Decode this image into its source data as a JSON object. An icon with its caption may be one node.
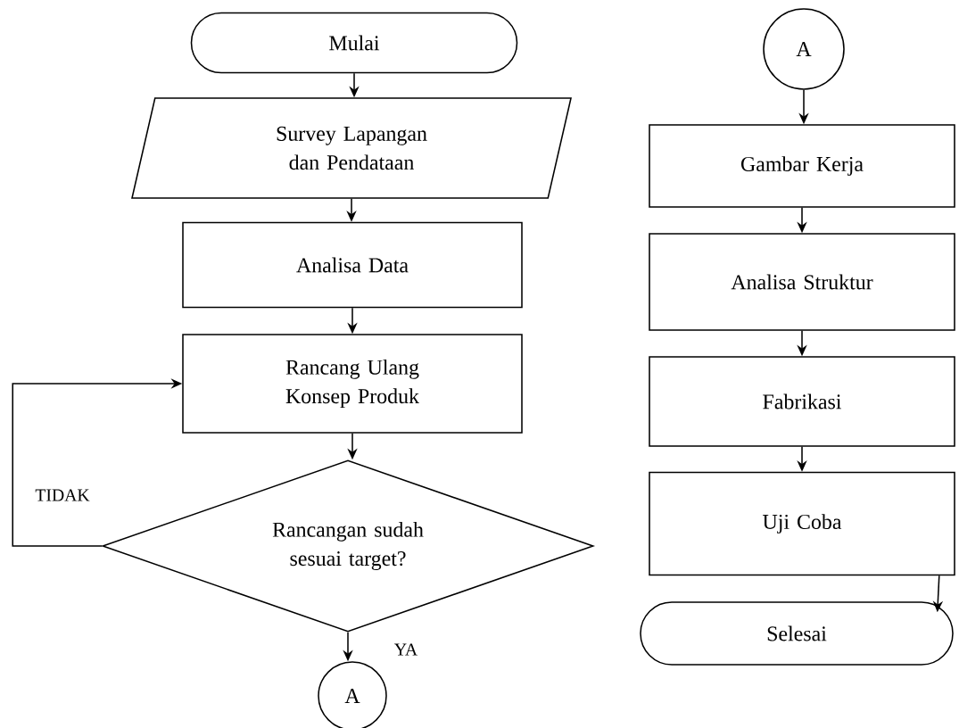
{
  "diagram": {
    "nodes": [
      {
        "text": [
          "Mulai"
        ]
      },
      {
        "text": [
          "Survey Lapangan dan Pendataan"
        ]
      },
      {
        "text": [
          "Analisa Data"
        ]
      },
      {
        "text": [
          "Rancang Ulang Konsep Produk"
        ]
      },
      {
        "text": [
          "Rancangan sudah sesuai target?"
        ]
      },
      {
        "text": [
          "A"
        ]
      },
      {
        "text": [
          "A"
        ]
      },
      {
        "text": [
          "Gambar Kerja"
        ]
      },
      {
        "text": [
          "Analisa Struktur"
        ]
      },
      {
        "text": [
          "Fabrikasi"
        ]
      },
      {
        "text": [
          "Uji Coba"
        ]
      },
      {
        "text": [
          "Selesai"
        ]
      }
    ],
    "edges": [
      {
        "from": 0,
        "to": 1,
        "arrow": "to"
      },
      {
        "from": 1,
        "to": 2,
        "arrow": "to"
      },
      {
        "from": 2,
        "to": 3,
        "arrow": "to"
      },
      {
        "from": 3,
        "to": 4,
        "arrow": "to"
      },
      {
        "from": 4,
        "to": 3,
        "arrow": "to",
        "label": "TIDAK"
      },
      {
        "from": 4,
        "to": 5,
        "arrow": "to",
        "label": "YA"
      },
      {
        "from": 6,
        "to": 7,
        "arrow": "to"
      },
      {
        "from": 7,
        "to": 8,
        "arrow": "to"
      },
      {
        "from": 8,
        "to": 9,
        "arrow": "to"
      },
      {
        "from": 9,
        "to": 10,
        "arrow": "to"
      },
      {
        "from": 10,
        "to": 11,
        "arrow": "to"
      }
    ]
  }
}
